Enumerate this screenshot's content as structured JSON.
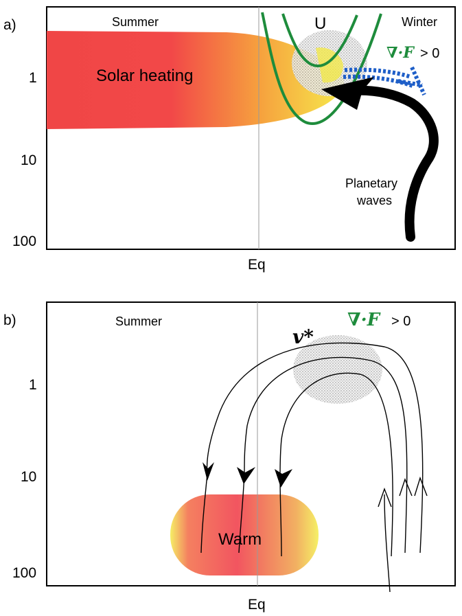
{
  "panel_a": {
    "letter": "a)",
    "summer": "Summer",
    "winter": "Winter",
    "u_label": "U",
    "solar_heating": "Solar heating",
    "flux_div": "∇·F",
    "flux_rel": "> 0",
    "planetary_waves_line1": "Planetary",
    "planetary_waves_line2": "waves",
    "eq": "Eq",
    "y_ticks": [
      "1",
      "10",
      "100"
    ]
  },
  "panel_b": {
    "letter": "b)",
    "summer": "Summer",
    "flux_div": "∇·F",
    "flux_rel": "> 0",
    "vstar": "v*",
    "warm": "Warm",
    "eq": "Eq",
    "y_ticks": [
      "1",
      "10",
      "100"
    ]
  },
  "colors": {
    "heating_red": "#f04646",
    "heating_yellow": "#f3ea52",
    "jet_green": "#1e8c3c",
    "flux_blue": "#1f5fc8",
    "warm_red": "#f25560",
    "warm_yellow": "#f5f060"
  }
}
